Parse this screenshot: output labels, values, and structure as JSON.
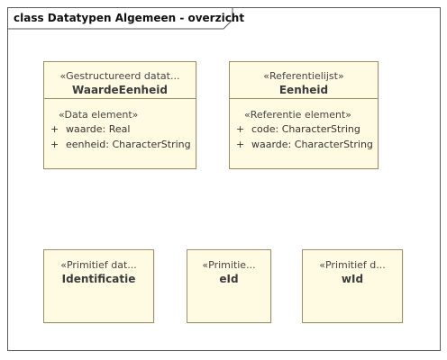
{
  "frame": {
    "title": "class Datatypen Algemeen - overzicht"
  },
  "classes": [
    {
      "stereotype": "«Gestructureerd datat...",
      "name": "WaardeEenheid",
      "compartment_stereotype": "«Data element»",
      "attributes": [
        {
          "visibility": "+",
          "text": "waarde: Real"
        },
        {
          "visibility": "+",
          "text": "eenheid: CharacterString"
        }
      ]
    },
    {
      "stereotype": "«Referentielijst»",
      "name": "Eenheid",
      "compartment_stereotype": "«Referentie element»",
      "attributes": [
        {
          "visibility": "+",
          "text": "code: CharacterString"
        },
        {
          "visibility": "+",
          "text": "waarde: CharacterString"
        }
      ]
    },
    {
      "stereotype": "«Primitief dat...",
      "name": "Identificatie"
    },
    {
      "stereotype": "«Primitie...",
      "name": "eId"
    },
    {
      "stereotype": "«Primitief d...",
      "name": "wId"
    }
  ],
  "colors": {
    "class_fill": "#fffbe3",
    "class_border": "#9b8f68",
    "frame_border": "#5a5a5a"
  }
}
